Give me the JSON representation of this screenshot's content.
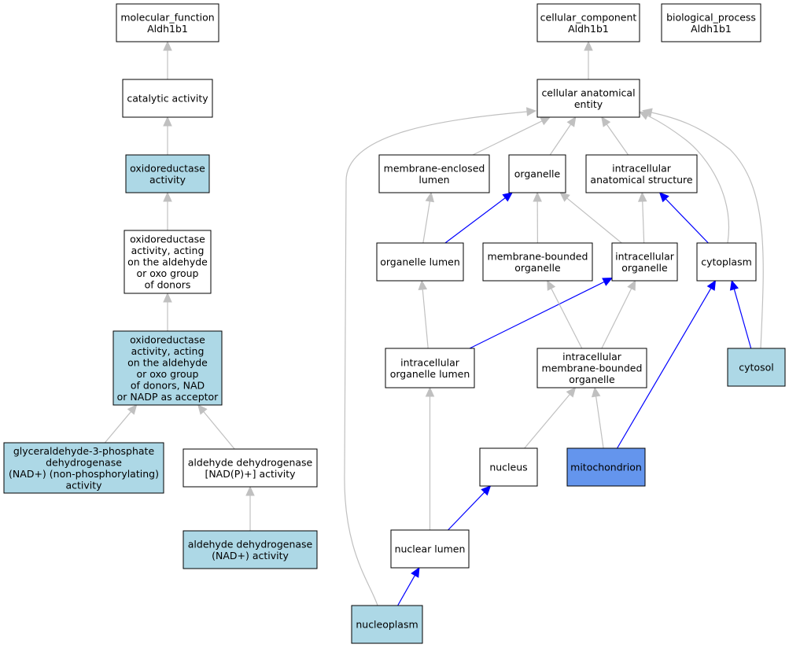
{
  "colors": {
    "default_fill": "#ffffff",
    "annotated_fill": "#add8e6",
    "highlight_fill": "#6495ed",
    "is_a_edge": "#c0c0c0",
    "part_of_edge": "#0000ff"
  },
  "nodes": {
    "mf_root": {
      "lines": [
        "molecular_function",
        "Aldh1b1"
      ],
      "fill": "default"
    },
    "cc_root": {
      "lines": [
        "cellular_component",
        "Aldh1b1"
      ],
      "fill": "default"
    },
    "bp_root": {
      "lines": [
        "biological_process",
        "Aldh1b1"
      ],
      "fill": "default"
    },
    "catalytic": {
      "lines": [
        "catalytic activity"
      ],
      "fill": "default"
    },
    "oxidoreductase": {
      "lines": [
        "oxidoreductase",
        "activity"
      ],
      "fill": "annotated"
    },
    "oxido_aldehyde": {
      "lines": [
        "oxidoreductase",
        "activity, acting",
        "on the aldehyde",
        "or oxo group",
        "of donors"
      ],
      "fill": "default"
    },
    "oxido_nad": {
      "lines": [
        "oxidoreductase",
        "activity, acting",
        "on the aldehyde",
        "or oxo group",
        "of donors, NAD",
        "or NADP as acceptor"
      ],
      "fill": "annotated"
    },
    "gapdh": {
      "lines": [
        "glyceraldehyde-3-phosphate",
        "dehydrogenase",
        "(NAD+) (non-phosphorylating)",
        "activity"
      ],
      "fill": "annotated"
    },
    "aldh_nadp": {
      "lines": [
        "aldehyde dehydrogenase",
        "[NAD(P)+] activity"
      ],
      "fill": "default"
    },
    "aldh_nad": {
      "lines": [
        "aldehyde dehydrogenase",
        "(NAD+) activity"
      ],
      "fill": "annotated"
    },
    "cae": {
      "lines": [
        "cellular anatomical",
        "entity"
      ],
      "fill": "default"
    },
    "mem_enclosed": {
      "lines": [
        "membrane-enclosed",
        "lumen"
      ],
      "fill": "default"
    },
    "organelle": {
      "lines": [
        "organelle"
      ],
      "fill": "default"
    },
    "ias": {
      "lines": [
        "intracellular",
        "anatomical structure"
      ],
      "fill": "default"
    },
    "org_lumen": {
      "lines": [
        "organelle lumen"
      ],
      "fill": "default"
    },
    "mem_bounded": {
      "lines": [
        "membrane-bounded",
        "organelle"
      ],
      "fill": "default"
    },
    "ic_organelle": {
      "lines": [
        "intracellular",
        "organelle"
      ],
      "fill": "default"
    },
    "cytoplasm": {
      "lines": [
        "cytoplasm"
      ],
      "fill": "default"
    },
    "ic_org_lumen": {
      "lines": [
        "intracellular",
        "organelle lumen"
      ],
      "fill": "default"
    },
    "ic_mem_bounded": {
      "lines": [
        "intracellular",
        "membrane-bounded",
        "organelle"
      ],
      "fill": "default"
    },
    "cytosol": {
      "lines": [
        "cytosol"
      ],
      "fill": "annotated"
    },
    "nucleus": {
      "lines": [
        "nucleus"
      ],
      "fill": "default"
    },
    "mitochondrion": {
      "lines": [
        "mitochondrion"
      ],
      "fill": "highlight"
    },
    "nuclear_lumen": {
      "lines": [
        "nuclear lumen"
      ],
      "fill": "default"
    },
    "nucleoplasm": {
      "lines": [
        "nucleoplasm"
      ],
      "fill": "annotated"
    }
  },
  "edges": [
    {
      "from": "catalytic",
      "to": "mf_root",
      "type": "is_a"
    },
    {
      "from": "oxidoreductase",
      "to": "catalytic",
      "type": "is_a"
    },
    {
      "from": "oxido_aldehyde",
      "to": "oxidoreductase",
      "type": "is_a"
    },
    {
      "from": "oxido_nad",
      "to": "oxido_aldehyde",
      "type": "is_a"
    },
    {
      "from": "gapdh",
      "to": "oxido_nad",
      "type": "is_a"
    },
    {
      "from": "aldh_nadp",
      "to": "oxido_nad",
      "type": "is_a"
    },
    {
      "from": "aldh_nad",
      "to": "aldh_nadp",
      "type": "is_a"
    },
    {
      "from": "cae",
      "to": "cc_root",
      "type": "is_a"
    },
    {
      "from": "mem_enclosed",
      "to": "cae",
      "type": "is_a"
    },
    {
      "from": "organelle",
      "to": "cae",
      "type": "is_a"
    },
    {
      "from": "ias",
      "to": "cae",
      "type": "is_a"
    },
    {
      "from": "cytoplasm",
      "to": "cae",
      "type": "is_a"
    },
    {
      "from": "cytosol",
      "to": "cae",
      "type": "is_a"
    },
    {
      "from": "nucleoplasm",
      "to": "cae",
      "type": "is_a"
    },
    {
      "from": "org_lumen",
      "to": "mem_enclosed",
      "type": "is_a"
    },
    {
      "from": "org_lumen",
      "to": "organelle",
      "type": "part_of"
    },
    {
      "from": "mem_bounded",
      "to": "organelle",
      "type": "is_a"
    },
    {
      "from": "ic_organelle",
      "to": "organelle",
      "type": "is_a"
    },
    {
      "from": "ic_organelle",
      "to": "ias",
      "type": "is_a"
    },
    {
      "from": "cytoplasm",
      "to": "ias",
      "type": "part_of"
    },
    {
      "from": "ic_org_lumen",
      "to": "org_lumen",
      "type": "is_a"
    },
    {
      "from": "ic_org_lumen",
      "to": "ic_organelle",
      "type": "part_of"
    },
    {
      "from": "ic_mem_bounded",
      "to": "mem_bounded",
      "type": "is_a"
    },
    {
      "from": "ic_mem_bounded",
      "to": "ic_organelle",
      "type": "is_a"
    },
    {
      "from": "cytosol",
      "to": "cytoplasm",
      "type": "part_of"
    },
    {
      "from": "nucleus",
      "to": "ic_mem_bounded",
      "type": "is_a"
    },
    {
      "from": "mitochondrion",
      "to": "ic_mem_bounded",
      "type": "is_a"
    },
    {
      "from": "mitochondrion",
      "to": "cytoplasm",
      "type": "part_of"
    },
    {
      "from": "nuclear_lumen",
      "to": "ic_org_lumen",
      "type": "is_a"
    },
    {
      "from": "nuclear_lumen",
      "to": "nucleus",
      "type": "part_of"
    },
    {
      "from": "nucleoplasm",
      "to": "nuclear_lumen",
      "type": "part_of"
    }
  ]
}
